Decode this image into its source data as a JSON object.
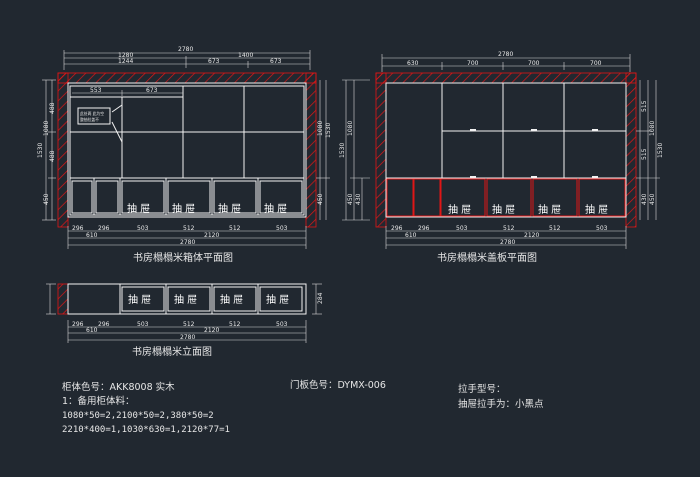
{
  "colors": {
    "background": "#212830",
    "line": "#f2f2f2",
    "wall": "#e01616",
    "dim": "#d8d8d8"
  },
  "plan_left": {
    "title": "书房榻榻米箱体平面图",
    "top_dims": {
      "overall": "2780",
      "left": "1280",
      "right": "1400",
      "sub_a": "1244",
      "sub_b": "673",
      "sub_c": "673",
      "inner_a": "553",
      "inner_b": "673"
    },
    "side_dims": {
      "total": "1530",
      "upper": "1080",
      "lower": "450",
      "seg_a": "488",
      "seg_b": "488"
    },
    "bottom_dims": {
      "a": "296",
      "b": "296",
      "c": "503",
      "d": "512",
      "e": "512",
      "f": "503",
      "sum_a": "610",
      "sum_b": "2120",
      "overall": "2780"
    },
    "note_box": "此处两 此为空\n整抽拉盖不",
    "drawer_label": "抽 屉"
  },
  "plan_right": {
    "title": "书房榻榻米盖板平面图",
    "top_dims": {
      "overall": "2780",
      "a": "630",
      "b": "700",
      "c": "700",
      "d": "700"
    },
    "side_dims": {
      "total": "1530",
      "upper": "1080",
      "lower": "450",
      "seg_a": "515",
      "seg_b": "515",
      "seg_c": "430",
      "seg_d": "430"
    },
    "bottom_dims": {
      "a": "296",
      "b": "296",
      "c": "503",
      "d": "512",
      "e": "512",
      "f": "503",
      "sum_a": "610",
      "sum_b": "2120",
      "overall": "2780"
    },
    "drawer_label": "抽 屉"
  },
  "elevation": {
    "title": "书房榻榻米立面图",
    "side_dim": "284",
    "bottom_dims": {
      "a": "296",
      "b": "296",
      "c": "503",
      "d": "512",
      "e": "512",
      "f": "503",
      "sum_a": "610",
      "sum_b": "2120",
      "overall": "2780"
    },
    "drawer_label": "抽 屉"
  },
  "notes": {
    "cabinet_color": "柜体色号：AKK8008   实木",
    "materials_title": "1：备用柜体料：",
    "materials_1": "1080*50=2,2100*50=2,380*50=2",
    "materials_2": "2210*400=1,1030*630=1,2120*77=1",
    "door_color": "门板色号：DYMX-006",
    "handle_title": "拉手型号：",
    "handle_type": "抽屉拉手为：小黑点"
  }
}
